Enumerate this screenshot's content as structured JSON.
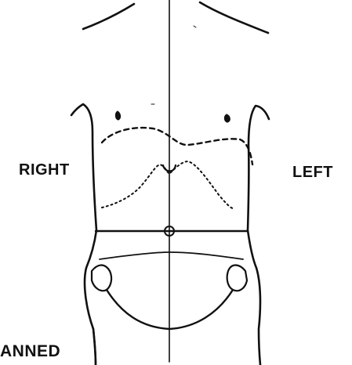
{
  "labels": {
    "right": "RIGHT",
    "left": "LEFT",
    "bottom_partial": "ANNED"
  },
  "colors": {
    "ink": "#111111",
    "background": "#ffffff"
  }
}
